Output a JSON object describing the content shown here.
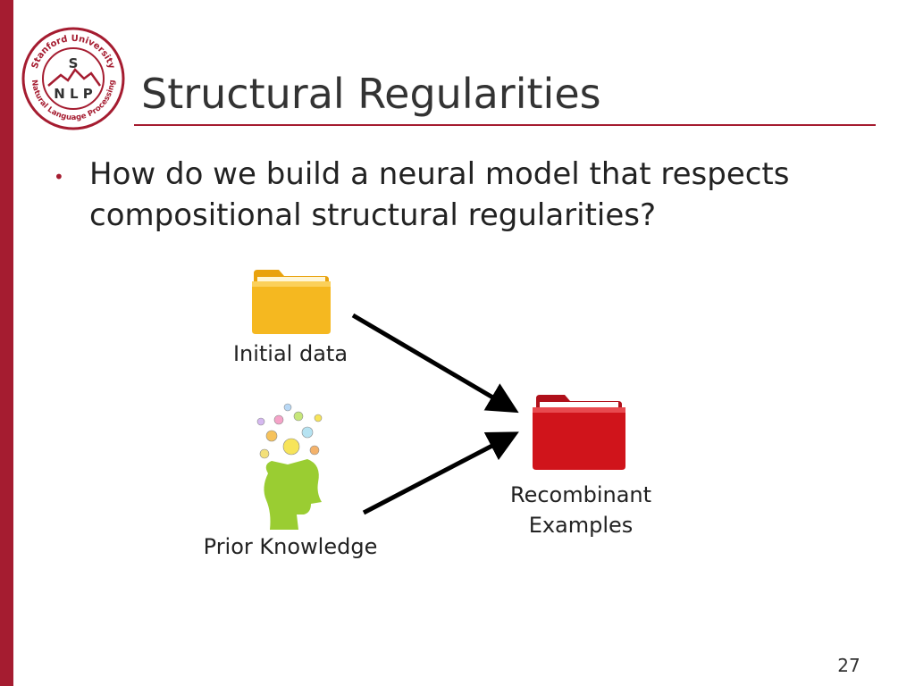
{
  "slide": {
    "title": "Structural Regularities",
    "page_number": "27",
    "accent_color": "#a51c30"
  },
  "logo": {
    "top_text": "Stanford University",
    "bottom_text": "Natural Language Processing",
    "letter_s": "S",
    "letters_nlp": "N L P"
  },
  "bullets": [
    {
      "text": "How do we build a neural model that respects compositional structural regularities?"
    }
  ],
  "diagram": {
    "nodes": {
      "initial": {
        "label": "Initial data",
        "icon": "folder-icon",
        "color": "#f5b820"
      },
      "prior": {
        "label": "Prior Knowledge",
        "icon": "head-lightbulbs-icon",
        "color": "#9acd32"
      },
      "recombinant": {
        "line1": "Recombinant",
        "line2": "Examples",
        "icon": "folder-icon",
        "color": "#d0141b"
      }
    },
    "edges": [
      {
        "from": "initial",
        "to": "recombinant"
      },
      {
        "from": "prior",
        "to": "recombinant"
      }
    ]
  }
}
